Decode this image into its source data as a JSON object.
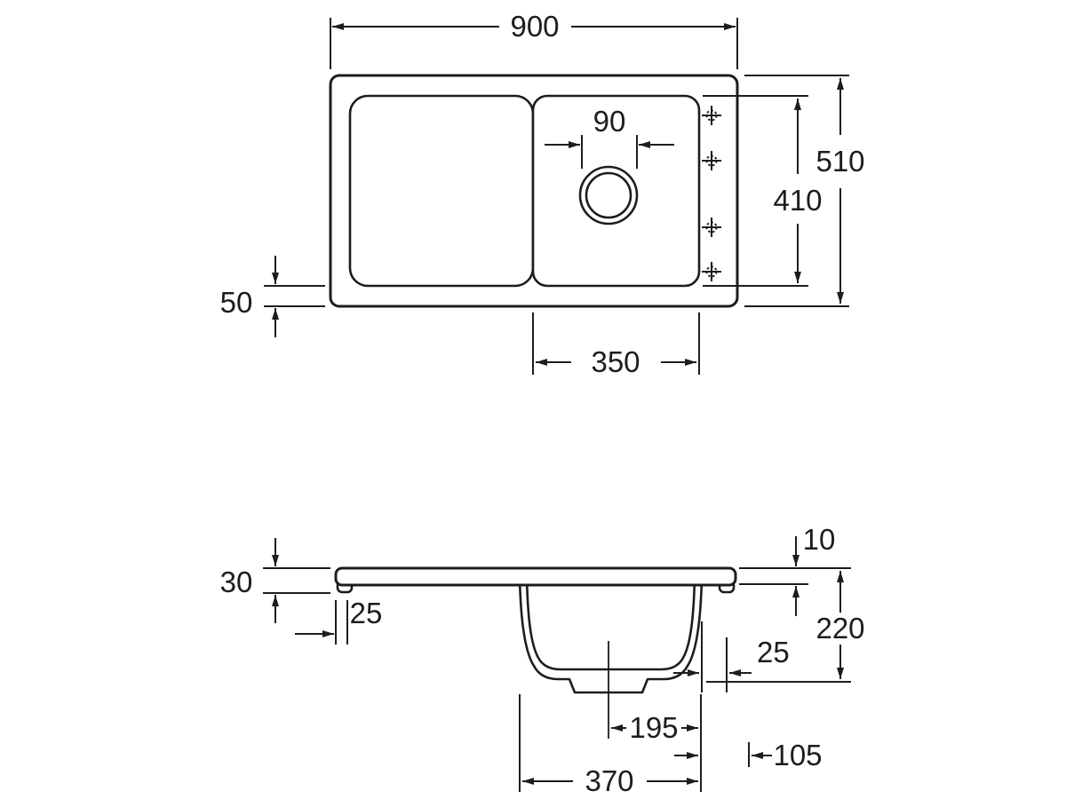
{
  "drawing": {
    "top_view": {
      "overall_width_mm": "900",
      "overall_depth_mm": "510",
      "inner_depth_mm": "410",
      "drain_diameter_mm": "90",
      "front_rim_mm": "50",
      "bowl_width_mm": "350"
    },
    "side_view": {
      "rim_thickness_mm": "10",
      "rim_height_mm": "30",
      "edge_offset_mm": "25",
      "bowl_depth_mm": "220",
      "right_offset_mm": "25",
      "drain_center_offset_mm": "195",
      "right_section_mm": "105",
      "bowl_base_width_mm": "370"
    }
  }
}
